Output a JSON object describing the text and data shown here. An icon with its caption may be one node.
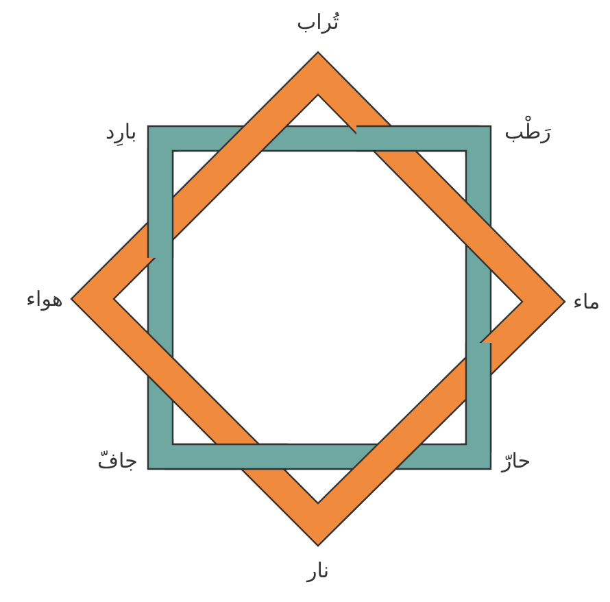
{
  "diagram": {
    "labels": [
      "تُراب",
      "بارِد",
      "رَطْب",
      "هواء",
      "ماء",
      "جافّ",
      "حارّ",
      "نار"
    ]
  }
}
